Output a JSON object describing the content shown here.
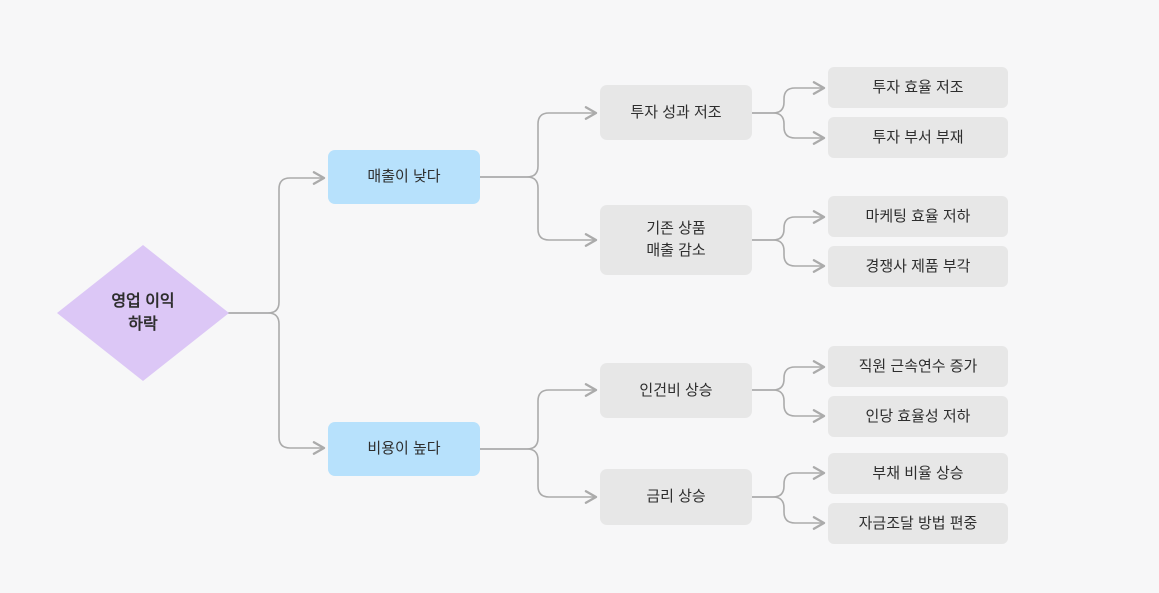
{
  "colors": {
    "background": "#f7f7f8",
    "root_fill": "#dcc7f6",
    "branch_fill": "#b7e1fc",
    "node_fill": "#e7e7e7",
    "connector": "#ababab",
    "text": "#2e2e2e"
  },
  "nodes": {
    "root": {
      "label": "영업 이익\n하락"
    },
    "sales": {
      "label": "매출이 낮다"
    },
    "cost": {
      "label": "비용이 높다"
    },
    "invest": {
      "label": "투자 성과 저조"
    },
    "product": {
      "label": "기존 상품\n매출 감소"
    },
    "labor": {
      "label": "인건비 상승"
    },
    "interest": {
      "label": "금리 상승"
    },
    "leaf_invest_1": {
      "label": "투자 효율 저조"
    },
    "leaf_invest_2": {
      "label": "투자 부서 부재"
    },
    "leaf_product_1": {
      "label": "마케팅 효율 저하"
    },
    "leaf_product_2": {
      "label": "경쟁사 제품 부각"
    },
    "leaf_labor_1": {
      "label": "직원 근속연수 증가"
    },
    "leaf_labor_2": {
      "label": "인당 효율성 저하"
    },
    "leaf_interest_1": {
      "label": "부채 비율 상승"
    },
    "leaf_interest_2": {
      "label": "자금조달 방법 편중"
    }
  },
  "structure": {
    "root": "root",
    "children": {
      "root": [
        "sales",
        "cost"
      ],
      "sales": [
        "invest",
        "product"
      ],
      "cost": [
        "labor",
        "interest"
      ],
      "invest": [
        "leaf_invest_1",
        "leaf_invest_2"
      ],
      "product": [
        "leaf_product_1",
        "leaf_product_2"
      ],
      "labor": [
        "leaf_labor_1",
        "leaf_labor_2"
      ],
      "interest": [
        "leaf_interest_1",
        "leaf_interest_2"
      ]
    }
  }
}
